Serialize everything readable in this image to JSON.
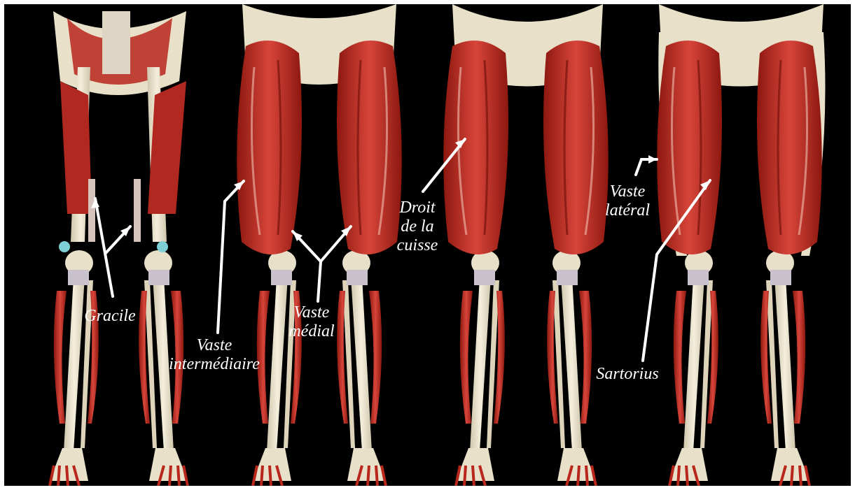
{
  "labels": {
    "gracile": "Gracile",
    "vaste_intermediaire_1": "Vaste",
    "vaste_intermediaire_2": "intermédiaire",
    "vaste_medial_1": "Vaste",
    "vaste_medial_2": "médial",
    "droit_1": "Droit",
    "droit_2": "de la",
    "droit_3": "cuisse",
    "vaste_lateral_1": "Vaste",
    "vaste_lateral_2": "latéral",
    "sartorius": "Sartorius"
  },
  "colors": {
    "background": "#000000",
    "bone": "#e8e0c8",
    "muscle": "#b8261c",
    "muscle_light": "#d8453a",
    "tendon": "#d9c9c0",
    "highlight": "#7ecfd6",
    "arrow": "#ffffff"
  }
}
